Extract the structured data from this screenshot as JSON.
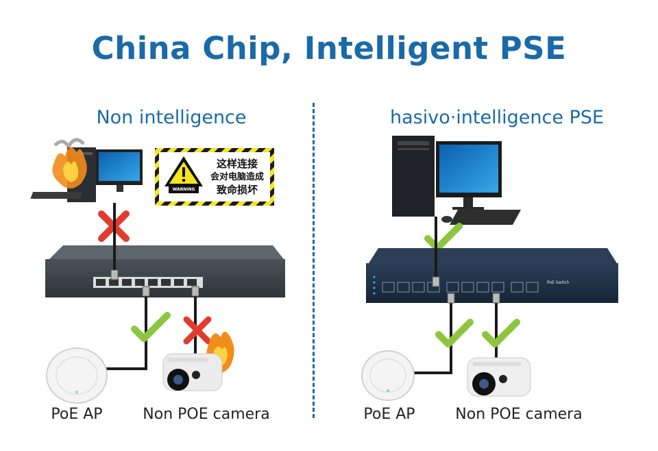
{
  "header": {
    "title": "China Chip, Intelligent PSE"
  },
  "left": {
    "heading": "Non intelligence",
    "warning": {
      "lines": [
        "这样连接",
        "会对电脑造成",
        "致命损坏"
      ],
      "badge": "WARNING"
    },
    "labels": {
      "ap": "PoE AP",
      "camera": "Non POE camera"
    }
  },
  "right": {
    "heading": "hasivo·intelligence PSE",
    "switch_label": "PoE Switch",
    "labels": {
      "ap": "PoE AP",
      "camera": "Non POE camera"
    }
  },
  "colors": {
    "accent": "#1a6aa8",
    "check": "#8cc63f",
    "cross": "#e23b2e",
    "warning_yellow": "#f6e51e",
    "fire": "#f28c1b"
  }
}
